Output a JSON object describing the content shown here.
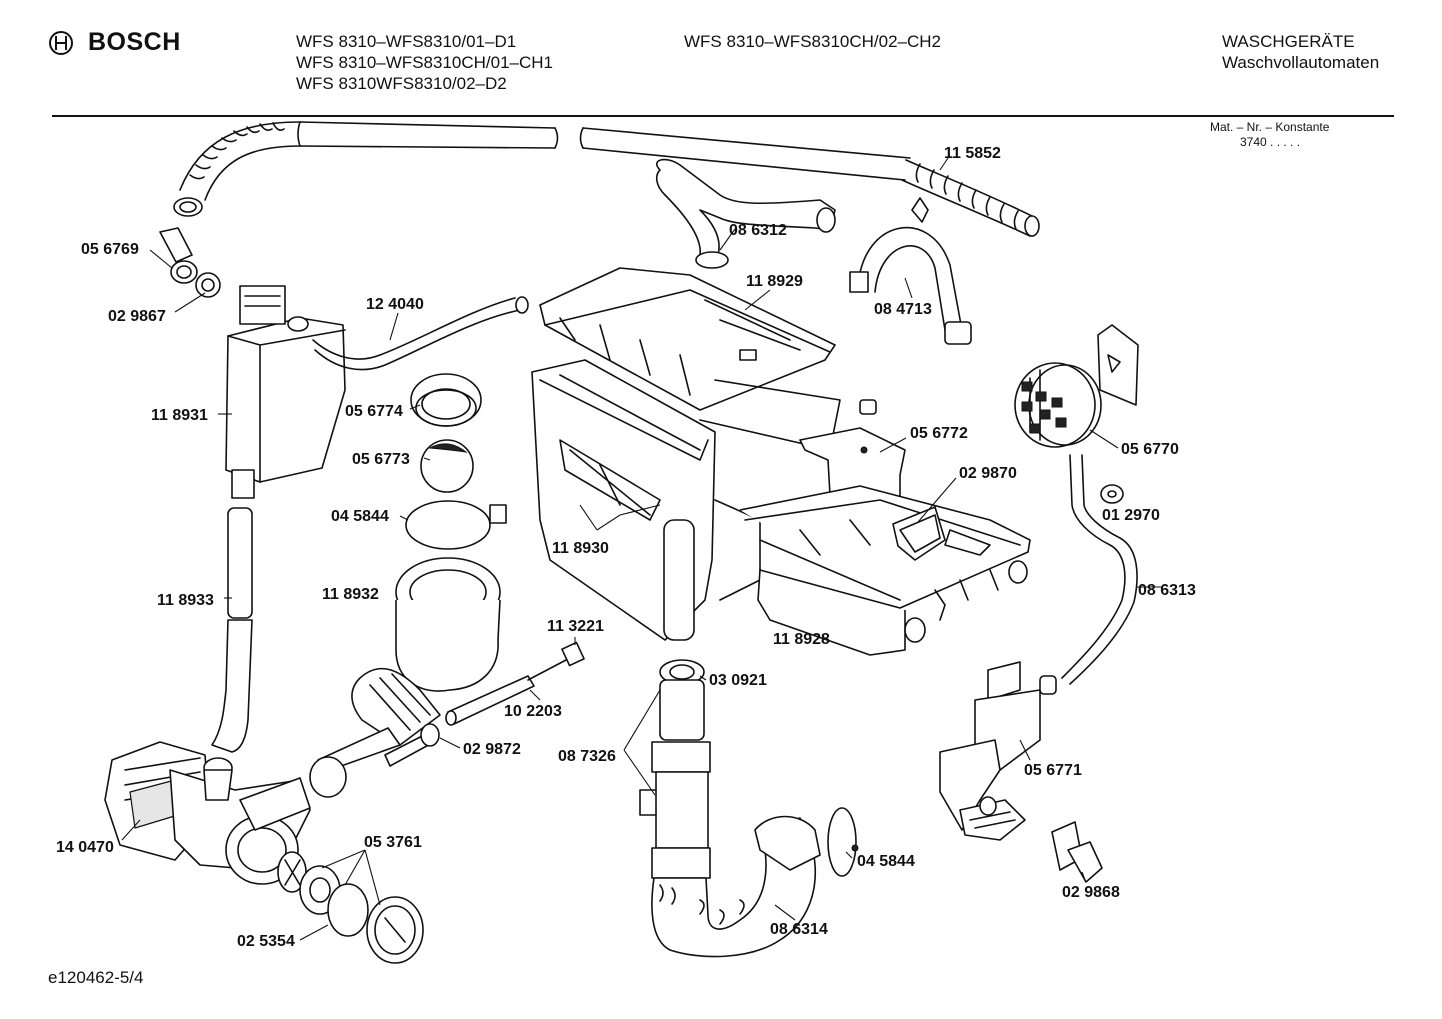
{
  "header": {
    "brand": "BOSCH",
    "models_left": [
      "WFS 8310–WFS8310/01–D1",
      "WFS 8310–WFS8310CH/01–CH1",
      "WFS 8310WFS8310/02–D2"
    ],
    "model_mid": "WFS 8310–WFS8310CH/02–CH2",
    "category_1": "WASCHGERÄTE",
    "category_2": "Waschvollautomaten"
  },
  "mat": {
    "label": "Mat. – Nr. – Konstante",
    "value": "3740 . . . . ."
  },
  "footer": {
    "code": "e120462-5/4"
  },
  "parts": {
    "p115852": "11 5852",
    "p056769": "05 6769",
    "p029867": "02 9867",
    "p124040": "12 4040",
    "p086312": "08 6312",
    "p118929": "11 8929",
    "p084713": "08 4713",
    "p118931": "11 8931",
    "p056774": "05 6774",
    "p056773": "05 6773",
    "p045844a": "04 5844",
    "p056772": "05 6772",
    "p056770": "05 6770",
    "p029870": "02 9870",
    "p012970": "01 2970",
    "p118930": "11 8930",
    "p118933": "11 8933",
    "p118932": "11 8932",
    "p113221": "11 3221",
    "p086313": "08 6313",
    "p118928": "11 8928",
    "p030921": "03 0921",
    "p102203": "10 2203",
    "p029872": "02 9872",
    "p087326": "08 7326",
    "p056771": "05 6771",
    "p140470": "14 0470",
    "p053761": "05 3761",
    "p045844b": "04 5844",
    "p029868": "02 9868",
    "p025354": "02 5354",
    "p086314": "08 6314"
  }
}
